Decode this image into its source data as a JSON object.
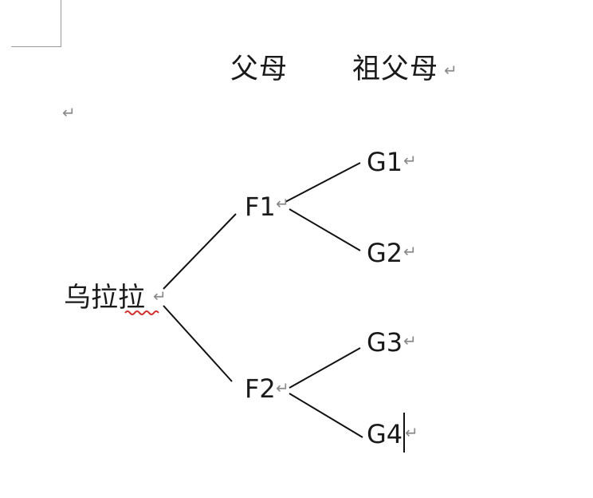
{
  "header": {
    "parents": "父母",
    "grandparents": "祖父母"
  },
  "tree": {
    "root": "乌拉拉",
    "f1": "F1",
    "f2": "F2",
    "g1": "G1",
    "g2": "G2",
    "g3": "G3",
    "g4": "G4"
  },
  "marks": {
    "paragraph_mark": "↵"
  },
  "colors": {
    "text": "#1a1a1a",
    "mark": "#8a8a8a",
    "spellcheck_underline": "#d0312d",
    "line": "#111111"
  }
}
